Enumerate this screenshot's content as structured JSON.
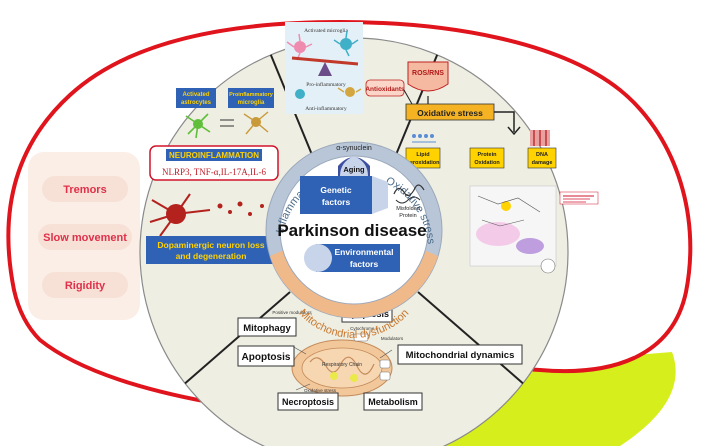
{
  "title": "Parkinson disease",
  "center": {
    "aging": "Aging",
    "genetic_line1": "Genetic",
    "genetic_line2": "factors",
    "misfolded_line1": "Misfolded",
    "misfolded_line2": "Protein",
    "alpha_synuclein": "α-synuclein",
    "environmental_line1": "Environmental",
    "environmental_line2": "factors"
  },
  "ring": {
    "inflammation": "Inflammation",
    "oxidative_stress": "Oxidative stress",
    "mitochondrial_dysfunction": "Mitochondrial dysfunction"
  },
  "symptoms": [
    "Tremors",
    "Slow movement",
    "Rigidity"
  ],
  "inflammation_panel": {
    "activated_microglia": "Activated microglia",
    "pro_inflammatory": "Pro-inflammatory",
    "anti_inflammatory": "Anti-inflammatory",
    "activated_astrocytes_1": "Activated",
    "activated_astrocytes_2": "astrocytes",
    "proinflammatory_microglia_1": "Proinflammatory",
    "proinflammatory_microglia_2": "microglia",
    "neuroinflammation": "NEUROINFLAMMATION",
    "cytokines": "NLRP3, TNF-α,IL-17A,IL-6",
    "dopaminergic_line1": "Dopaminergic neuron loss",
    "dopaminergic_line2": "and degeneration"
  },
  "oxidative_panel": {
    "ros_rns": "ROS/RNS",
    "antioxidants": "Antioxidants",
    "oxidative_stress": "Oxidative stress",
    "lipid_1": "Lipid",
    "lipid_2": "peroxidation",
    "protein_1": "Protein",
    "protein_2": "Oxidation",
    "dna_1": "DNA",
    "dna_2": "damage"
  },
  "mito_panel": {
    "mitophagy": "Mitophagy",
    "apoptosis_top": "Apoptosis",
    "apoptosis_left": "Apoptosis",
    "mito_dynamics": "Mitochondrial dynamics",
    "necroptosis": "Necroptosis",
    "metabolism": "Metabolism",
    "respiratory_chain": "Respiratory Chain",
    "positive_modulators": "Positive modulators",
    "inhibitors": "Inhibitors",
    "modulators": "Modulators",
    "oxidative_stress_small": "Oxidative stress",
    "cytochrome_c": "Cytochrome c"
  },
  "colors": {
    "brain_outline": "#e0141c",
    "inner_circle": "#eeeee2",
    "ring_fill": "#b8c6d8",
    "ring_mito": "#f0b98a",
    "center_fill": "#ffffff",
    "factor_blue": "#2f62b5",
    "symptom_bg": "#f7e1d6",
    "symptom_text": "#e0304a",
    "orange_label": "#f5b324",
    "yellow_label": "#ffd200",
    "cerebellum": "#d6ee1c"
  }
}
